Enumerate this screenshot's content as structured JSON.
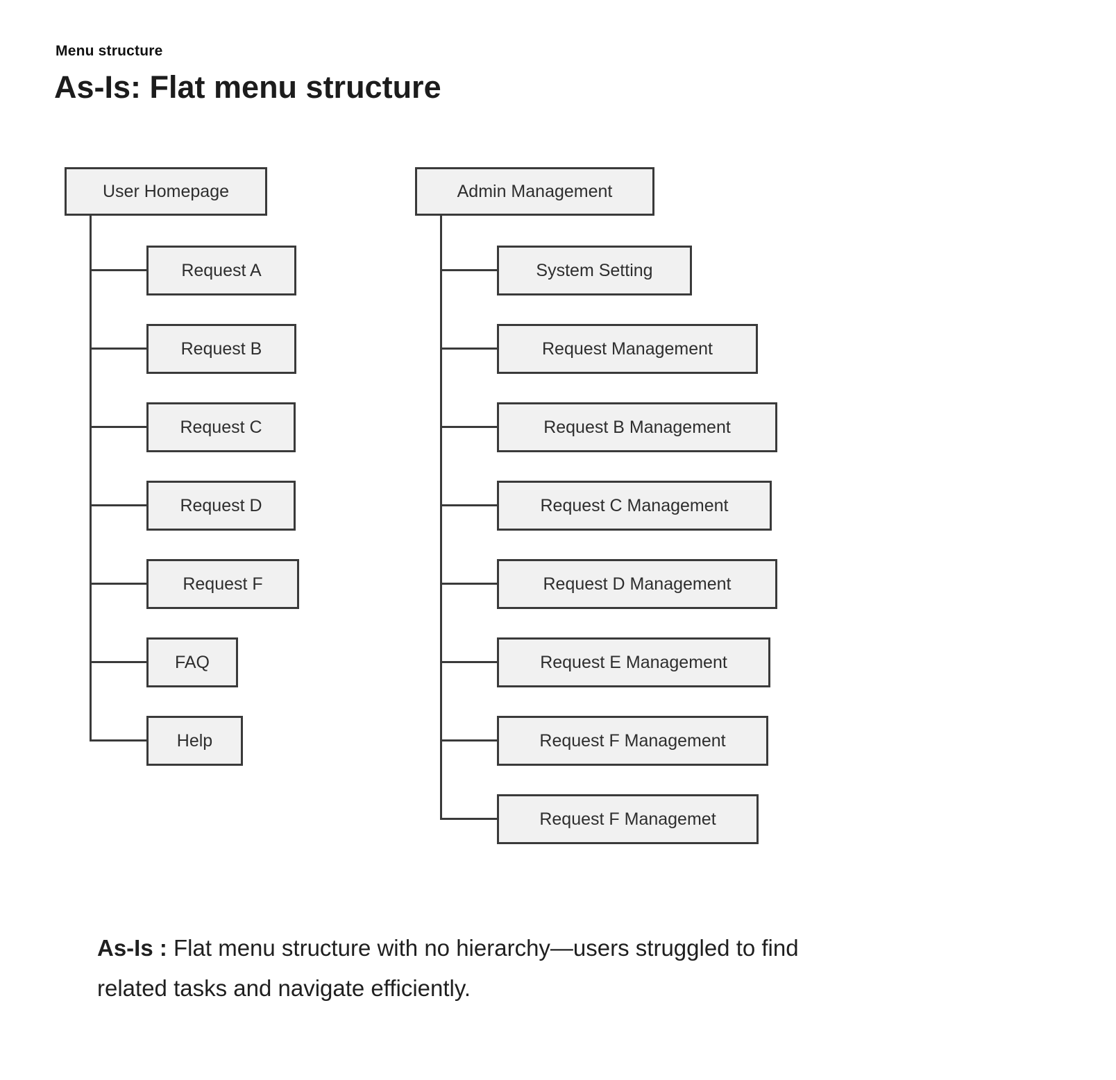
{
  "page": {
    "eyebrow": "Menu structure",
    "title": "As-Is: Flat menu structure"
  },
  "colors": {
    "box_fill": "#f1f1f1",
    "box_border": "#3a3a3a",
    "connector_line": "#3a3a3a",
    "box_text": "#2e2e2e",
    "heading_text": "#1c1c1c"
  },
  "trees": [
    {
      "root": "User Homepage",
      "children": [
        "Request A",
        "Request B",
        "Request C",
        "Request D",
        "Request F",
        "FAQ",
        "Help"
      ]
    },
    {
      "root": "Admin Management",
      "children": [
        "System Setting",
        "Request Management",
        "Request B Management",
        "Request C Management",
        "Request D Management",
        "Request E Management",
        "Request F Management",
        "Request F Managemet"
      ]
    }
  ],
  "caption": {
    "lead": "As-Is :",
    "line1": " Flat menu structure with no hierarchy—users struggled to find",
    "line2": "related tasks and navigate efficiently."
  }
}
